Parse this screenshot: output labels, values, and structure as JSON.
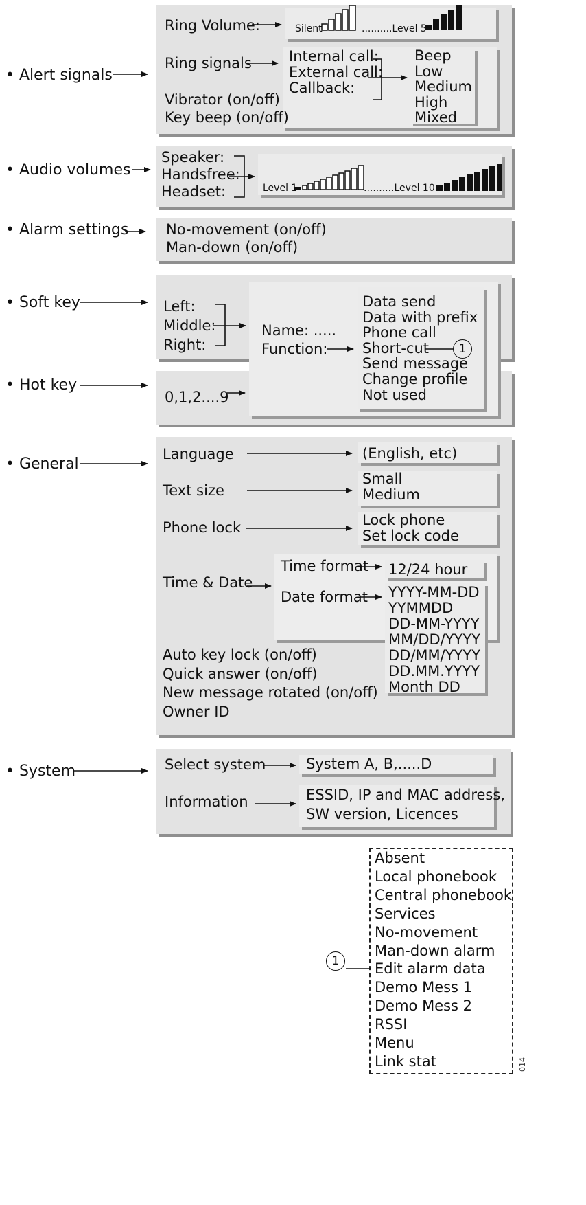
{
  "categories": {
    "alert": "• Alert signals",
    "audio": "• Audio volumes",
    "alarm": "• Alarm settings",
    "softkey": "• Soft key",
    "hotkey": "• Hot key",
    "general": "• General",
    "system": "• System"
  },
  "alert": {
    "ring_volume": "Ring Volume:",
    "silent": "Silent",
    "level5": "..........Level 5",
    "ring_signals": "Ring signals",
    "call_types": [
      "Internal call:",
      "External call:",
      "Callback:"
    ],
    "tones": [
      "Beep",
      "Low",
      "Medium",
      "High",
      "Mixed"
    ],
    "vibrator": "Vibrator (on/off)",
    "key_beep": "Key beep (on/off)"
  },
  "audio": {
    "devices": [
      "Speaker:",
      "Handsfree:",
      "Headset:"
    ],
    "level1": "Level 1",
    "level10": "..........Level 10"
  },
  "alarm": {
    "items": [
      "No-movement (on/off)",
      "Man-down (on/off)"
    ]
  },
  "softkey": {
    "positions": [
      "Left:",
      "Middle:",
      "Right:"
    ],
    "name": "Name: .....",
    "function": "Function:",
    "functions": [
      "Data send",
      "Data with prefix",
      "Phone call",
      "Short-cut",
      "Send message",
      "Change profile",
      "Not used"
    ],
    "callout": "1"
  },
  "hotkey": {
    "keys": "0,1,2....9"
  },
  "general": {
    "language": "Language",
    "language_value": "(English, etc)",
    "text_size": "Text size",
    "text_size_values": [
      "Small",
      "Medium"
    ],
    "phone_lock": "Phone lock",
    "phone_lock_values": [
      "Lock phone",
      "Set lock code"
    ],
    "time_date": "Time & Date",
    "time_format": "Time format",
    "time_format_value": "12/24 hour",
    "date_format": "Date format",
    "date_formats": [
      "YYYY-MM-DD",
      "YYMMDD",
      "DD-MM-YYYY",
      "MM/DD/YYYY",
      "DD/MM/YYYY",
      "DD.MM.YYYY",
      "Month DD"
    ],
    "others": [
      "Auto key lock (on/off)",
      "Quick answer (on/off)",
      "New message rotated (on/off)",
      "Owner ID"
    ]
  },
  "system": {
    "select": "Select system",
    "select_value": "System A, B,.....D",
    "information": "Information",
    "information_values": [
      "ESSID, IP and MAC address,",
      "SW version, Licences"
    ]
  },
  "shortcuts": {
    "callout": "1",
    "items": [
      "Absent",
      "Local phonebook",
      "Central phonebook",
      "Services",
      "No-movement",
      "Man-down alarm",
      "Edit alarm data",
      "Demo Mess 1",
      "Demo Mess 2",
      "RSSI",
      "Menu",
      "Link stat"
    ]
  },
  "figure_id": "014"
}
